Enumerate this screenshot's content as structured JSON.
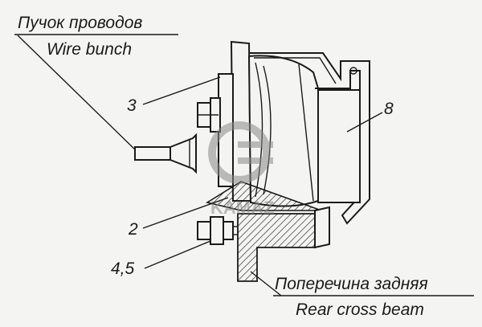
{
  "labels": {
    "wire_bunch_ru": "Пучок проводов",
    "wire_bunch_en": "Wire bunch",
    "beam_ru": "Поперечина задняя",
    "beam_en": "Rear cross beam",
    "callout_3": "3",
    "callout_8": "8",
    "callout_2": "2",
    "callout_45": "4,5"
  },
  "watermark": {
    "text": "KAMAZ",
    "color": "#9a9a9a"
  },
  "colors": {
    "ink": "#1a1a1a",
    "paper": "#f4f4f2"
  }
}
